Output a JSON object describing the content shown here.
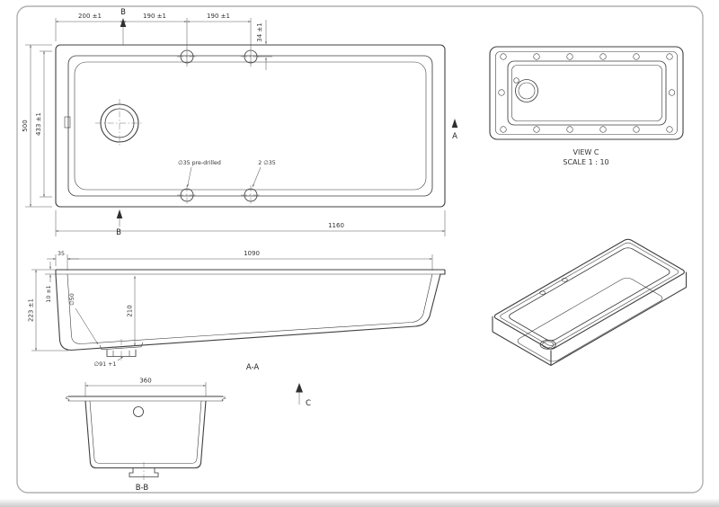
{
  "colors": {
    "line": "#3f3f3f",
    "dim_line": "#5f5f5f",
    "text": "#333333",
    "frame": "#b0b0b0"
  },
  "plan_view": {
    "section_b_top": "B",
    "section_b_bottom": "B",
    "section_a": "A",
    "dim_200": "200 ±1",
    "dim_190_left": "190 ±1",
    "dim_190_right": "190 ±1",
    "dim_34": "34 ±1",
    "dim_500": "500",
    "dim_433": "433 ±1",
    "dim_1160": "1160",
    "note_predrilled": "∅35 pre-drilled",
    "note_two_holes": "2 ∅35"
  },
  "section_aa": {
    "dim_35": "35",
    "dim_1090": "1090",
    "dim_223": "223 ±1",
    "dim_10": "10 ±1",
    "dim_50": "∅50",
    "dim_210": "210",
    "dim_91": "∅91 +1",
    "label": "A-A"
  },
  "view_arrow": {
    "label": "C"
  },
  "section_bb": {
    "dim_360": "360",
    "label": "B-B"
  },
  "view_c": {
    "title": "VIEW C",
    "scale": "SCALE 1 : 10"
  }
}
